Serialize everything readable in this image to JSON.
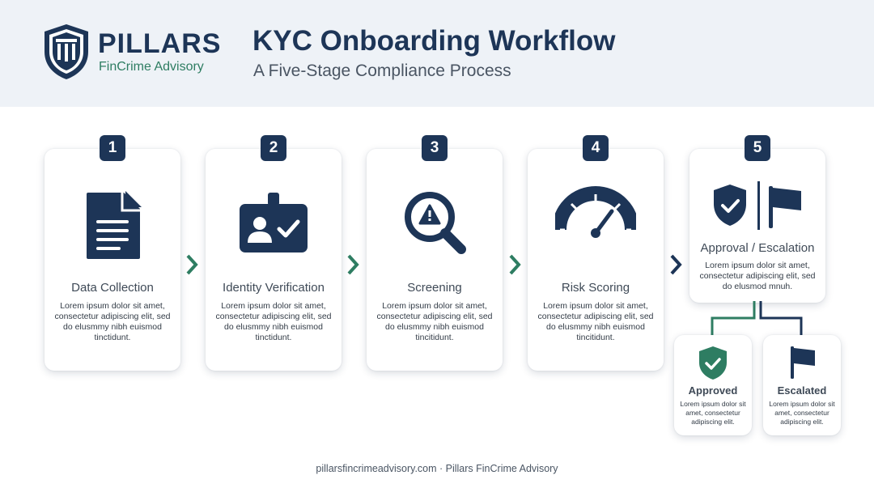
{
  "brand": {
    "name": "PILLARS",
    "tagline": "FinCrime Advisory"
  },
  "header": {
    "title": "KYC Onboarding Workflow",
    "subtitle": "A Five-Stage Compliance Process"
  },
  "stages": [
    {
      "number": "1",
      "title": "Data Collection",
      "description": "Lorem ipsum dolor sit amet, consectetur adipiscing elit, sed do elusmmy nibh euismod tinctidunt.",
      "icon": "document-icon"
    },
    {
      "number": "2",
      "title": "Identity Verification",
      "description": "Lorem ipsum dolor sit amet, consectetur adipiscing elit, sed do elusmmy nibh euismod tinctidunt.",
      "icon": "id-badge-check-icon"
    },
    {
      "number": "3",
      "title": "Screening",
      "description": "Lorem ipsum dolor sit amet, consectetur adipiscing elit, sed do elusmmy nibh euismod tincitidunt.",
      "icon": "magnifier-warning-icon"
    },
    {
      "number": "4",
      "title": "Risk Scoring",
      "description": "Lorem ipsum dolor sit amet, consectetur adipiscing elit, sed do elusmmy nibh euismod tincitidunt.",
      "icon": "gauge-icon"
    },
    {
      "number": "5",
      "title": "Approval / Escalation",
      "description": "Lorem ipsum dolor sit amet, consectetur adipiscing elit, sed do elusmod mnuh.",
      "icon": "shield-flag-icon"
    }
  ],
  "outcomes": [
    {
      "title": "Approved",
      "description": "Lorem ipsum dolor sit amet, consectetur adipiscing elit.",
      "icon": "shield-check-icon"
    },
    {
      "title": "Escalated",
      "description": "Lorem ipsum dolor sit amet, consectetur adipiscing elit.",
      "icon": "flag-icon"
    }
  ],
  "footer": {
    "text": "pillarsfincrimeadvisory.com · Pillars FinCrime Advisory"
  },
  "colors": {
    "navy": "#1d3557",
    "green": "#2e7d62",
    "header_bg": "#eef2f7"
  }
}
